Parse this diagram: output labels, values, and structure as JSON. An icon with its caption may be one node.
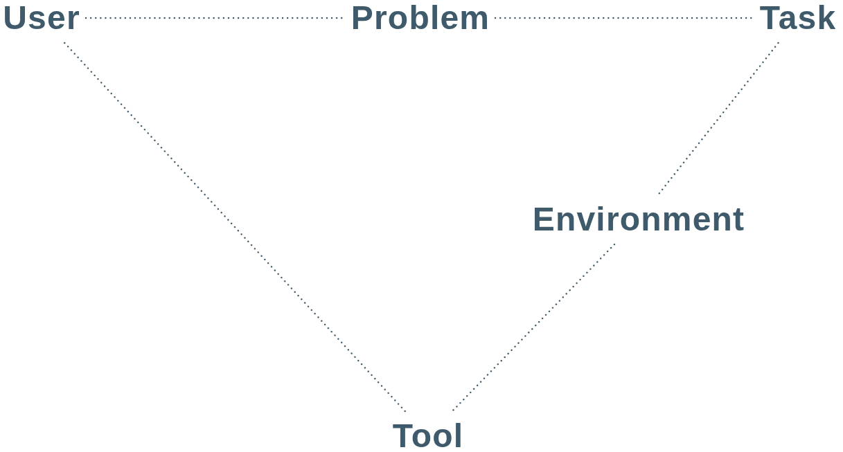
{
  "diagram": {
    "nodes": [
      {
        "text": [
          "User"
        ]
      },
      {
        "text": [
          "Problem"
        ]
      },
      {
        "text": [
          "Task"
        ]
      },
      {
        "text": [
          "Environment"
        ]
      },
      {
        "text": [
          "Tool"
        ]
      }
    ],
    "edges": [
      {
        "from": 0,
        "to": 1,
        "arrow": "none"
      },
      {
        "from": 1,
        "to": 2,
        "arrow": "none"
      },
      {
        "from": 0,
        "to": 4,
        "arrow": "none"
      },
      {
        "from": 2,
        "to": 3,
        "arrow": "none"
      },
      {
        "from": 3,
        "to": 4,
        "arrow": "none"
      }
    ]
  }
}
